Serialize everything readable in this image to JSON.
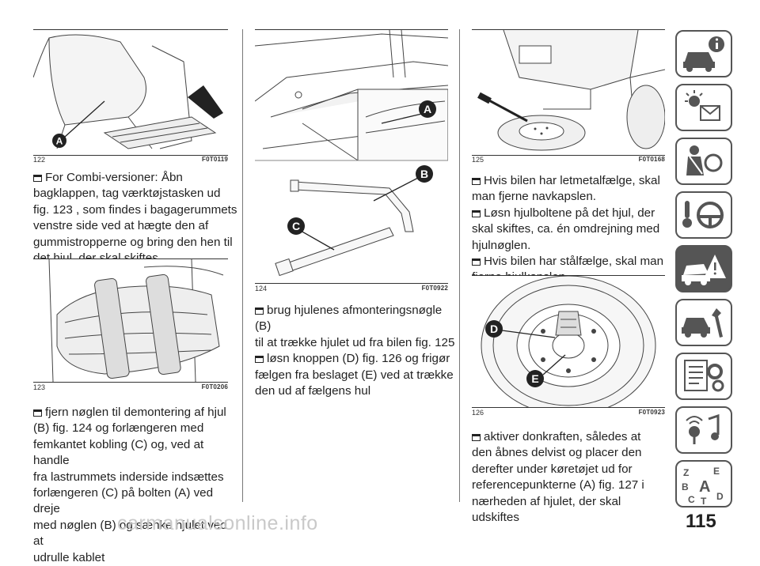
{
  "fig122": {
    "num": "122",
    "code": "F0T0119",
    "callout_a": "A"
  },
  "fig123": {
    "num": "123",
    "code": "F0T0206"
  },
  "fig124": {
    "num": "124",
    "code": "F0T0922",
    "callout_a": "A",
    "callout_b": "B",
    "callout_c": "C"
  },
  "fig125": {
    "num": "125",
    "code": "F0T0168"
  },
  "fig126": {
    "num": "126",
    "code": "F0T0923",
    "callout_d": "D",
    "callout_e": "E"
  },
  "col1": {
    "para1": [
      "For Combi-versioner: Åbn",
      "bagklappen, tag værktøjstasken ud",
      "fig. 123 , som findes i bagagerummets",
      "venstre side ved at hægte den af",
      "gummistropperne og bring den hen til",
      "det hjul, der skal skiftes."
    ],
    "para2": [
      "fjern nøglen til demontering af hjul",
      "(B) fig. 124 og forlængeren med",
      "femkantet kobling (C) og, ved at handle",
      "fra lastrummets inderside indsættes",
      "forlængeren (C) på bolten (A) ved dreje",
      "med nøglen (B) og sænke hjulet ved at",
      "udrulle kablet"
    ]
  },
  "col2": {
    "para1": [
      "brug hjulenes afmonteringsnøgle (B)",
      "til at trække hjulet ud fra bilen fig. 125"
    ],
    "para2": [
      "løsn knoppen (D) fig. 126 og frigør",
      "fælgen fra beslaget (E) ved at trække",
      "den ud af fælgens hul"
    ]
  },
  "col3": {
    "para1": [
      "Hvis bilen har letmetalfælge, skal",
      "man fjerne navkapslen."
    ],
    "para2": [
      "Løsn hjulboltene på det hjul, der",
      "skal skiftes, ca. én omdrejning med",
      "hjulnøglen."
    ],
    "para3": [
      "Hvis bilen har stålfælge, skal man",
      "fjerne hjulkapslen."
    ],
    "para4": [
      "aktiver donkraften, således at",
      "den åbnes delvist og placer den",
      "derefter under køretøjet ud for",
      "referencepunkterne (A) fig. 127 i",
      "nærheden af hjulet, der skal udskiftes"
    ]
  },
  "page_number": "115",
  "watermark": "carmanualsonline.info",
  "sidebar_icons": [
    "car-info-icon",
    "dashboard-lights-icon",
    "seatbelt-airbag-icon",
    "steering-wheel-key-icon",
    "car-warning-icon",
    "car-service-icon",
    "specs-gear-icon",
    "multimedia-icon",
    "index-letters-icon"
  ],
  "index_letters": [
    "Z",
    "E",
    "B",
    "A",
    "C",
    "T",
    "D"
  ],
  "accent_color": "#555555"
}
